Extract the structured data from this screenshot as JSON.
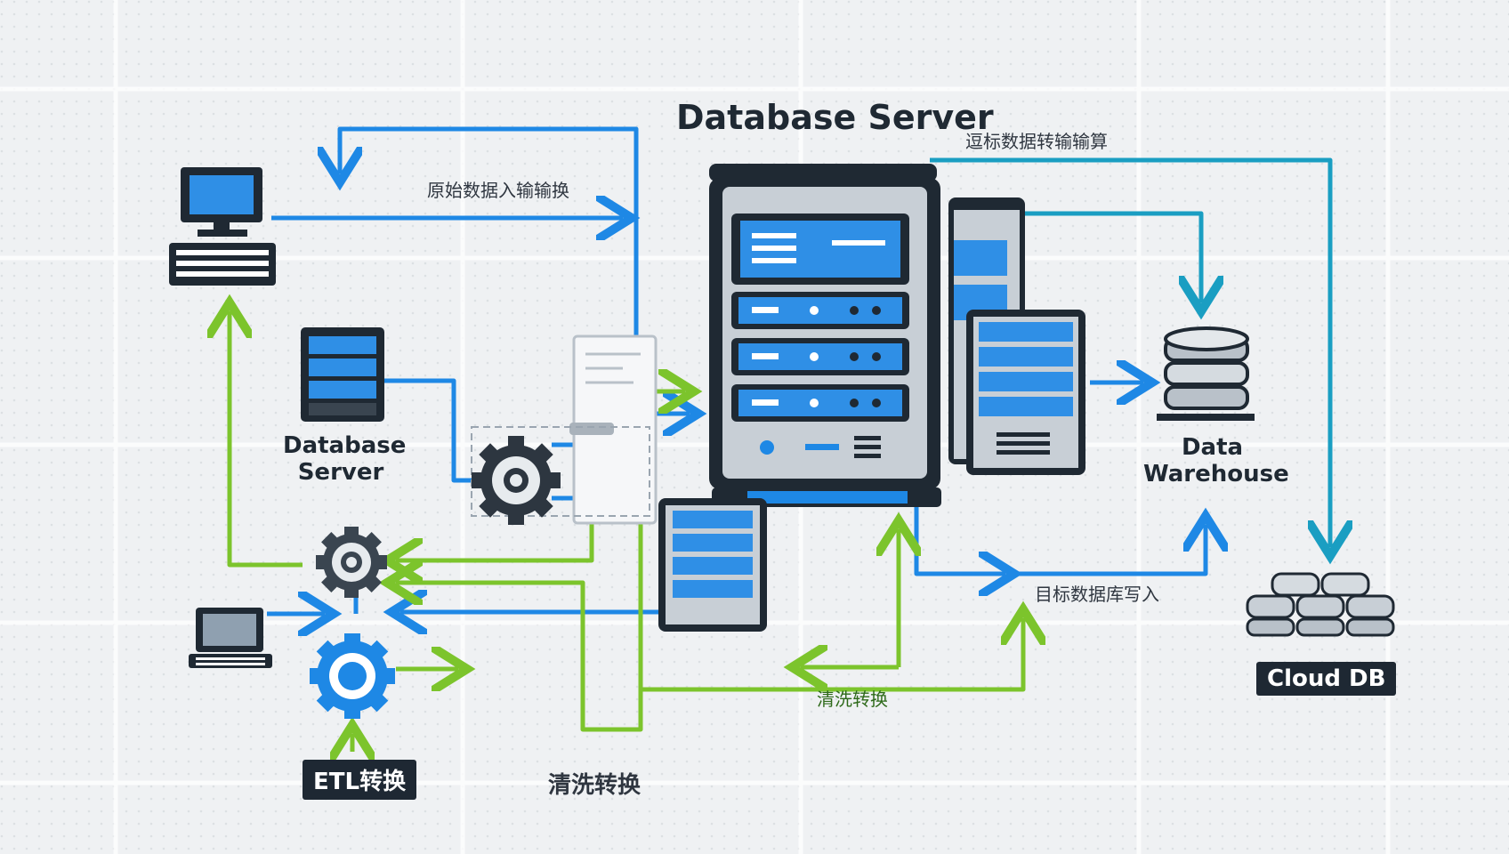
{
  "diagram": {
    "title": "Database Server",
    "nodes": {
      "main_server": "Database Server",
      "left_server": "Database Server",
      "warehouse": "Data Warehouse",
      "cloud": "Cloud DB",
      "etl": "ETL转换",
      "clean": "清洗转换"
    },
    "edge_labels": {
      "top_right": "逗标数据转输输算",
      "top_left": "原始数据入输输换",
      "right_mid": "目标数据库写入",
      "bottom_mid": "清洗转换"
    },
    "colors": {
      "blue": "#1e88e5",
      "green": "#7cc42c",
      "teal": "#1a9ec2",
      "dark": "#1e2833",
      "background": "#eef0f2"
    },
    "icons": [
      "desktop-computer-icon",
      "laptop-icon",
      "server-rack-icon",
      "gear-icon",
      "database-cylinder-icon",
      "cloud-database-icon",
      "document-icon"
    ]
  }
}
